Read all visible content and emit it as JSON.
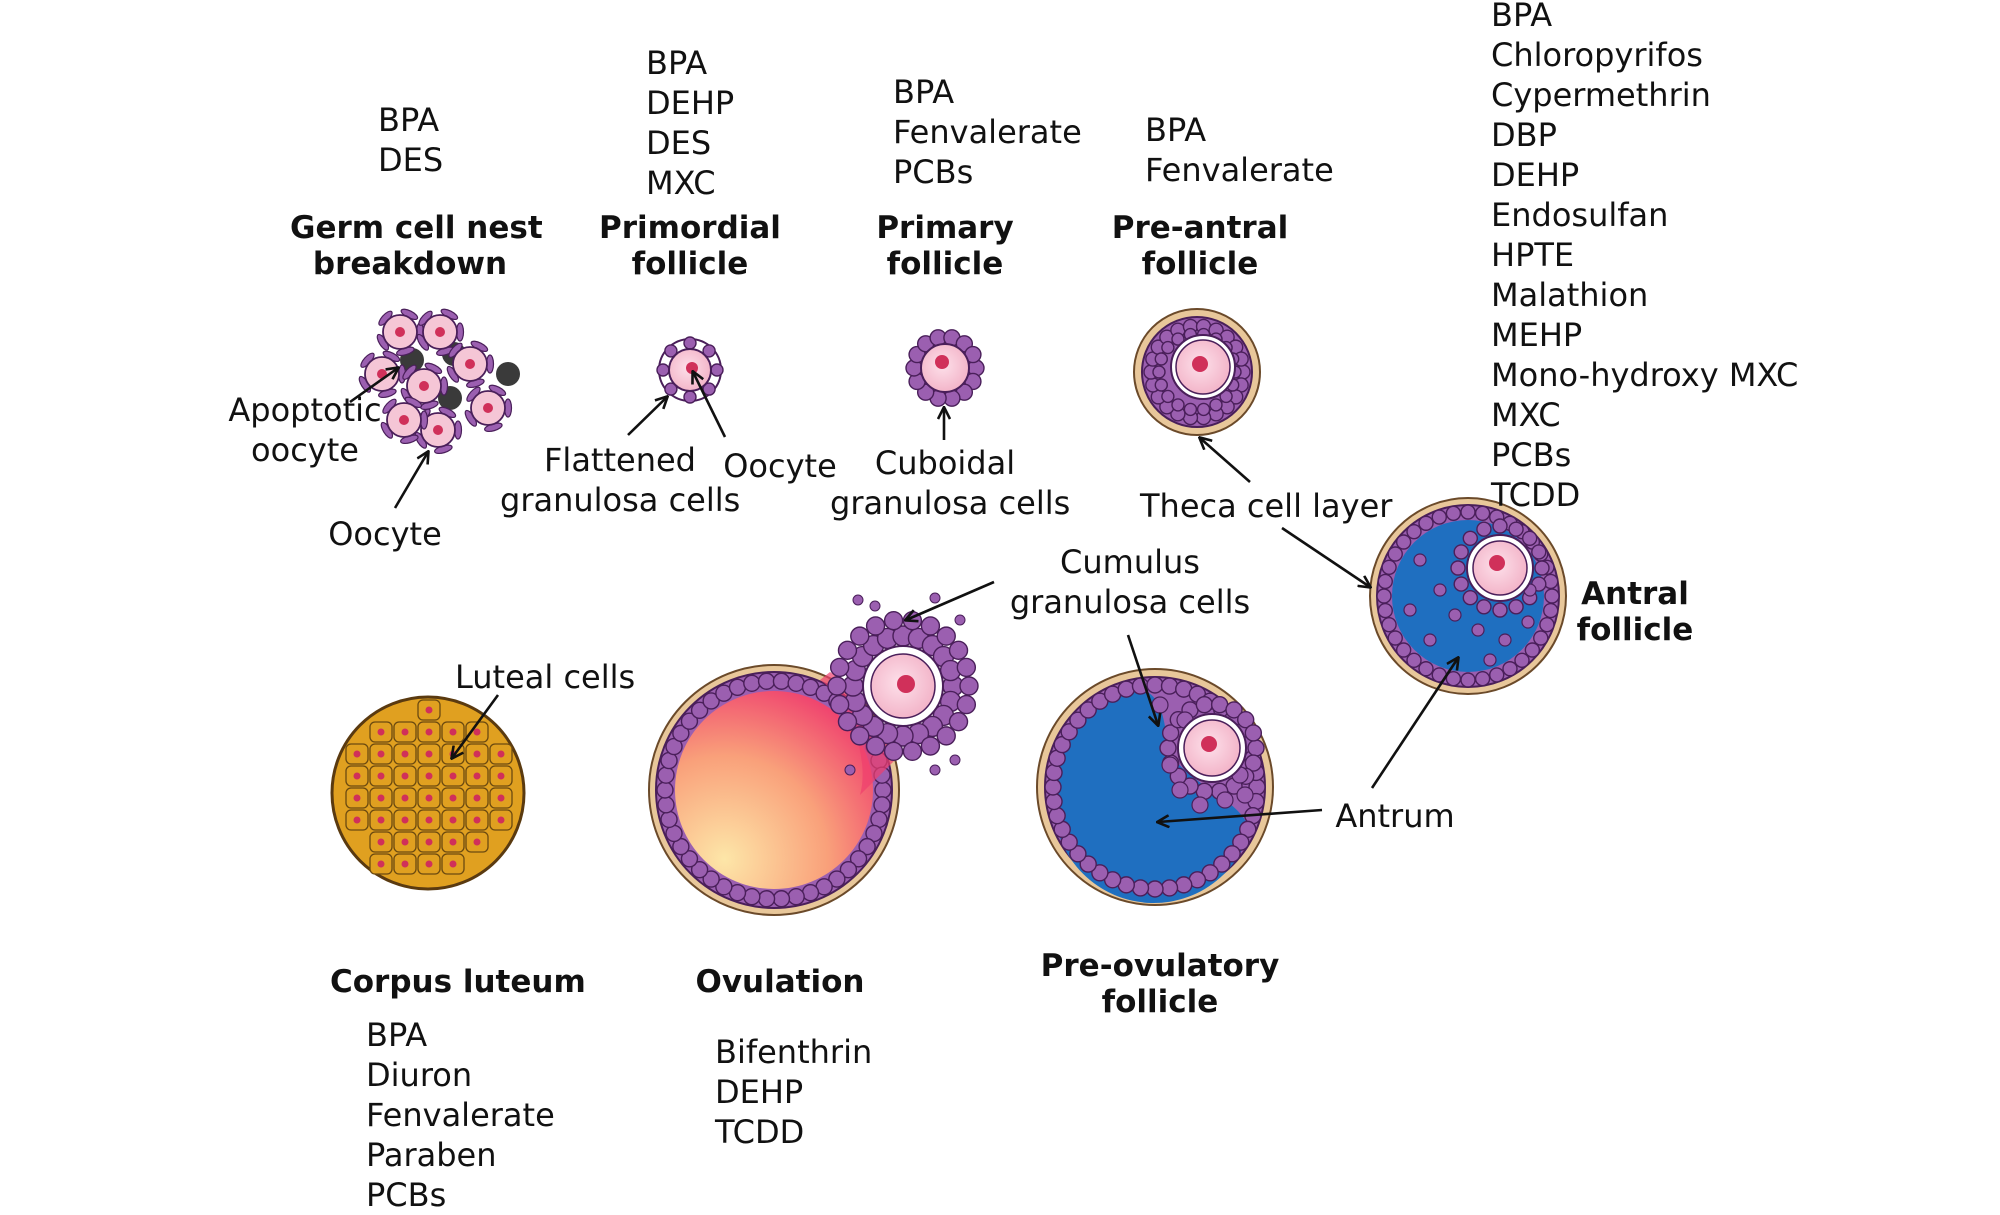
{
  "stages": {
    "germ_cell_nest": {
      "title": [
        "Germ cell nest",
        "breakdown"
      ],
      "chemicals": [
        "BPA",
        "DES"
      ]
    },
    "primordial": {
      "title": [
        "Primordial",
        "follicle"
      ],
      "chemicals": [
        "BPA",
        "DEHP",
        "DES",
        "MXC"
      ]
    },
    "primary": {
      "title": [
        "Primary",
        "follicle"
      ],
      "chemicals": [
        "BPA",
        "Fenvalerate",
        "PCBs"
      ]
    },
    "pre_antral": {
      "title": [
        "Pre-antral",
        "follicle"
      ],
      "chemicals": [
        "BPA",
        "Fenvalerate"
      ]
    },
    "antral": {
      "title": [
        "Antral",
        "follicle"
      ],
      "chemicals": [
        "BPA",
        "Chloropyrifos",
        "Cypermethrin",
        "DBP",
        "DEHP",
        "Endosulfan",
        "HPTE",
        "Malathion",
        "MEHP",
        "Mono-hydroxy MXC",
        "MXC",
        "PCBs",
        "TCDD"
      ]
    },
    "pre_ovulatory": {
      "title": [
        "Pre-ovulatory",
        "follicle"
      ]
    },
    "ovulation": {
      "title": [
        "Ovulation"
      ],
      "chemicals": [
        "Bifenthrin",
        "DEHP",
        "TCDD"
      ]
    },
    "corpus_luteum": {
      "title": [
        "Corpus luteum"
      ],
      "chemicals": [
        "BPA",
        "Diuron",
        "Fenvalerate",
        "Paraben",
        "PCBs"
      ]
    }
  },
  "annotations": {
    "apoptotic_oocyte": [
      "Apoptotic",
      "oocyte"
    ],
    "oocyte_nest": [
      "Oocyte"
    ],
    "flattened_granulosa": [
      "Flattened",
      "granulosa cells"
    ],
    "oocyte_primordial": [
      "Oocyte"
    ],
    "cuboidal_granulosa": [
      "Cuboidal",
      "granulosa cells"
    ],
    "theca_cell_layer": [
      "Theca cell layer"
    ],
    "cumulus_granulosa": [
      "Cumulus",
      "granulosa cells"
    ],
    "antrum": [
      "Antrum"
    ],
    "luteal_cells": [
      "Luteal cells"
    ]
  },
  "colors": {
    "granulosa": "#9b5fb0",
    "granulosa_outline": "#4a1f5a",
    "oocyte": "#f5c6d6",
    "nucleus": "#d0305a",
    "antrum": "#1f6fc0",
    "theca": "#e8c79a",
    "luteal": "#e0a020",
    "apoptotic": "#3a3a3a"
  }
}
